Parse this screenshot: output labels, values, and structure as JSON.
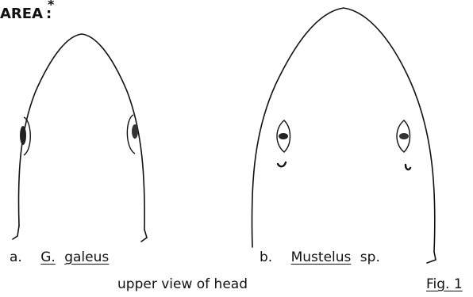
{
  "header": {
    "text": "AREA",
    "asterisk": "*",
    "colon": ":"
  },
  "panel_a": {
    "letter": "a.",
    "genus": "G.",
    "species": "galeus"
  },
  "panel_b": {
    "letter": "b.",
    "genus": "Mustelus",
    "species": "sp."
  },
  "caption": {
    "text": "upper view of head",
    "fig": "Fig. 1"
  },
  "colors": {
    "ink": "#111111",
    "background": "#ffffff"
  }
}
